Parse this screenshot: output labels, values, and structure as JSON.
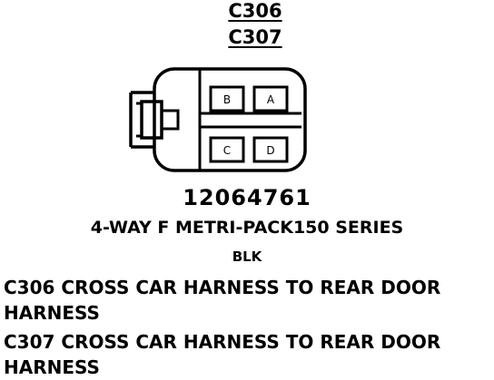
{
  "connectors": [
    "C306",
    "C307"
  ],
  "pins": [
    "B",
    "A",
    "C",
    "D"
  ],
  "part_number": "12064761",
  "series": "4-WAY F METRI-PACK150 SERIES",
  "color": "BLK",
  "descriptions": [
    "C306 CROSS CAR HARNESS TO REAR DOOR HARNESS",
    "C307 CROSS CAR HARNESS TO REAR DOOR HARNESS"
  ]
}
